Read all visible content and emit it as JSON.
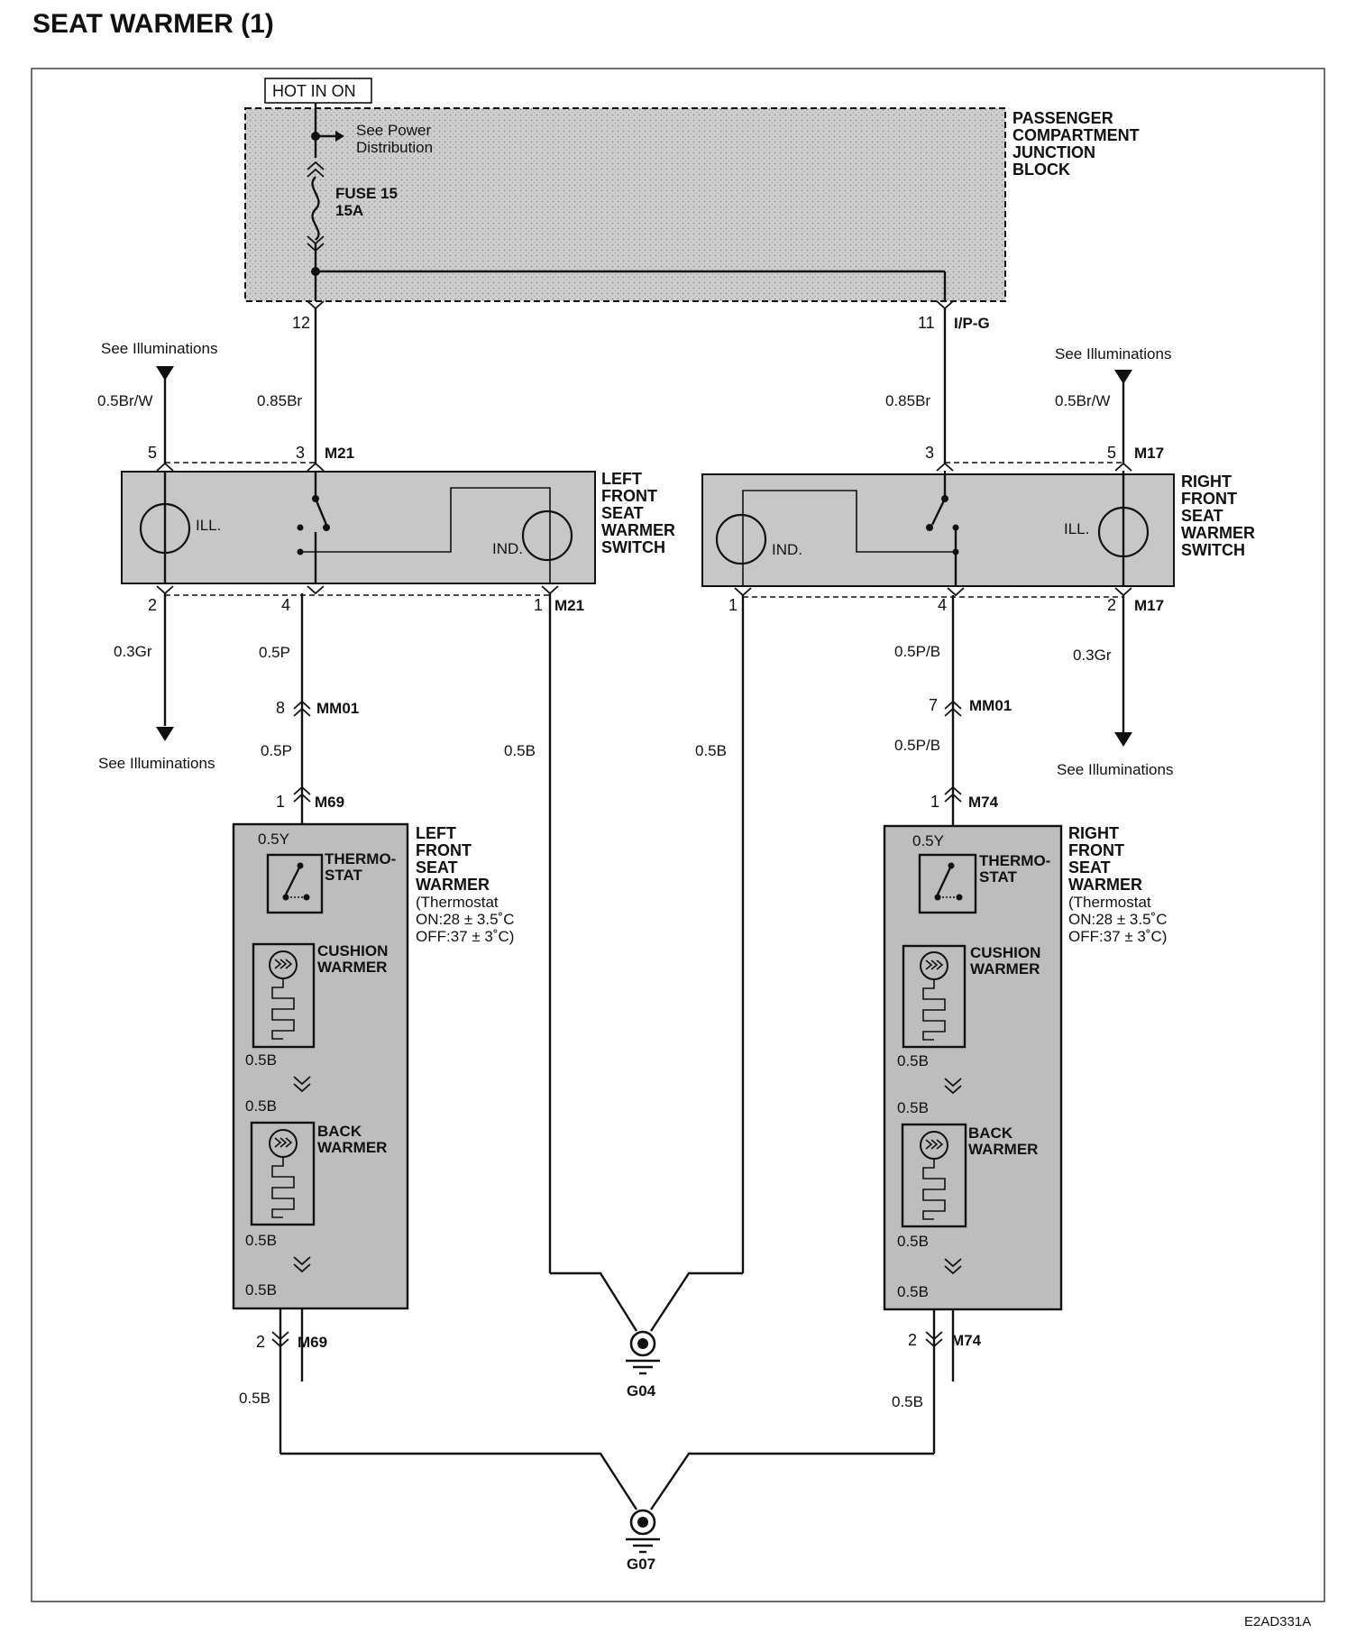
{
  "title": "SEAT WARMER (1)",
  "figure_code": "E2AD331A",
  "power": {
    "hot_label": "HOT IN ON",
    "see_power_line1": "See Power",
    "see_power_line2": "Distribution",
    "fuse_name": "FUSE 15",
    "fuse_rating": "15A",
    "junction_block": [
      "PASSENGER",
      "COMPARTMENT",
      "JUNCTION",
      "BLOCK"
    ],
    "pin_left": "12",
    "pin_right": "11",
    "connector_right": "I/P-G"
  },
  "left_switch": {
    "title": [
      "LEFT",
      "FRONT",
      "SEAT",
      "WARMER",
      "SWITCH"
    ],
    "connector": "M21",
    "pin_ill_top": "5",
    "pin_sw_top": "3",
    "pin_ill_bottom": "2",
    "pin_sw_bottom": "4",
    "pin_ind_bottom": "1",
    "ill_label": "ILL.",
    "ind_label": "IND.",
    "see_ill_top": "See Illuminations",
    "see_ill_bottom": "See Illuminations",
    "wire_ill_in": "0.5Br/W",
    "wire_power": "0.85Br",
    "wire_ill_out": "0.3Gr",
    "wire_out": "0.5P",
    "wire_ind_ground": "0.5B"
  },
  "right_switch": {
    "title": [
      "RIGHT",
      "FRONT",
      "SEAT",
      "WARMER",
      "SWITCH"
    ],
    "connector": "M17",
    "pin_ill_top": "5",
    "pin_sw_top": "3",
    "pin_ill_bottom": "2",
    "pin_sw_bottom": "4",
    "pin_ind_bottom": "1",
    "ill_label": "ILL.",
    "ind_label": "IND.",
    "see_ill_top": "See Illuminations",
    "see_ill_bottom": "See Illuminations",
    "wire_ill_in": "0.5Br/W",
    "wire_power": "0.85Br",
    "wire_ill_out": "0.3Gr",
    "wire_out": "0.5P/B",
    "wire_ind_ground": "0.5B"
  },
  "left_mid": {
    "pin": "8",
    "connector": "MM01",
    "wire_below": "0.5P",
    "warmer_pin_top": "1",
    "warmer_connector": "M69"
  },
  "right_mid": {
    "pin": "7",
    "connector": "MM01",
    "wire_below": "0.5P/B",
    "warmer_pin_top": "1",
    "warmer_connector": "M74"
  },
  "left_warmer": {
    "title": [
      "LEFT",
      "FRONT",
      "SEAT",
      "WARMER"
    ],
    "note": [
      "(Thermostat",
      "ON:28 ± 3.5˚C",
      "OFF:37 ± 3˚C)"
    ],
    "wire_thermo": "0.5Y",
    "thermostat": [
      "THERMO-",
      "STAT"
    ],
    "cushion": [
      "CUSHION",
      "WARMER"
    ],
    "back": [
      "BACK",
      "WARMER"
    ],
    "wire_a": "0.5B",
    "wire_b": "0.5B",
    "wire_c": "0.5B",
    "wire_d": "0.5B",
    "pin_bottom": "2",
    "connector_bottom": "M69",
    "wire_ground": "0.5B"
  },
  "right_warmer": {
    "title": [
      "RIGHT",
      "FRONT",
      "SEAT",
      "WARMER"
    ],
    "note": [
      "(Thermostat",
      "ON:28 ± 3.5˚C",
      "OFF:37 ± 3˚C)"
    ],
    "wire_thermo": "0.5Y",
    "thermostat": [
      "THERMO-",
      "STAT"
    ],
    "cushion": [
      "CUSHION",
      "WARMER"
    ],
    "back": [
      "BACK",
      "WARMER"
    ],
    "wire_a": "0.5B",
    "wire_b": "0.5B",
    "wire_c": "0.5B",
    "wire_d": "0.5B",
    "pin_bottom": "2",
    "connector_bottom": "M74",
    "wire_ground": "0.5B"
  },
  "grounds": {
    "g_switch": "G04",
    "g_warmer": "G07"
  }
}
